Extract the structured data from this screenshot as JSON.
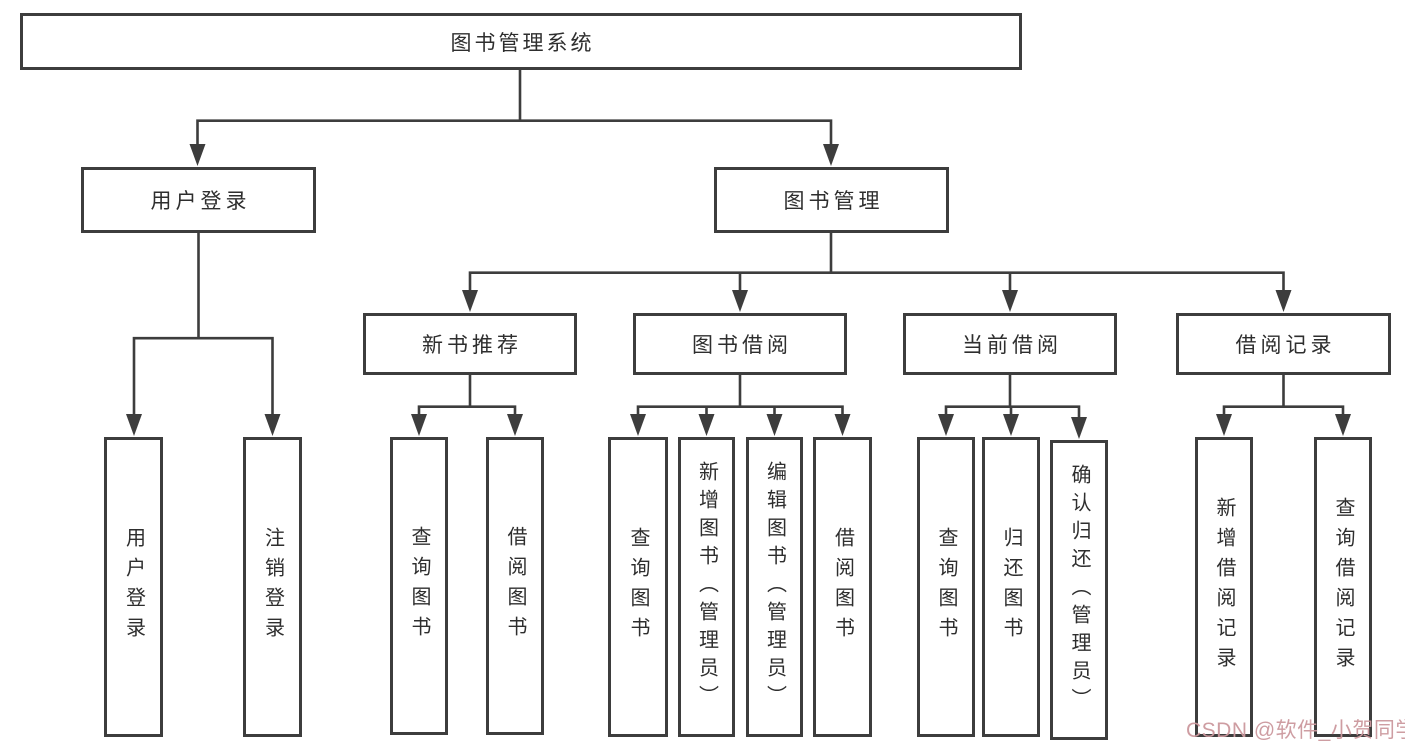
{
  "diagram": {
    "root": {
      "label": "图书管理系统",
      "children": [
        {
          "label": "用户登录",
          "children": [
            {
              "label": "用户登录"
            },
            {
              "label": "注销登录"
            }
          ]
        },
        {
          "label": "图书管理",
          "children": [
            {
              "label": "新书推荐",
              "children": [
                {
                  "label": "查询图书"
                },
                {
                  "label": "借阅图书"
                }
              ]
            },
            {
              "label": "图书借阅",
              "children": [
                {
                  "label": "查询图书"
                },
                {
                  "label": "新增图书（管理员）"
                },
                {
                  "label": "编辑图书（管理员）"
                },
                {
                  "label": "借阅图书"
                }
              ]
            },
            {
              "label": "当前借阅",
              "children": [
                {
                  "label": "查询图书"
                },
                {
                  "label": "归还图书"
                },
                {
                  "label": "确认归还（管理员）"
                }
              ]
            },
            {
              "label": "借阅记录",
              "children": [
                {
                  "label": "新增借阅记录"
                },
                {
                  "label": "查询借阅记录"
                }
              ]
            }
          ]
        }
      ]
    },
    "line_color": "#3d3d3d"
  },
  "watermark": {
    "text": "CSDN @软件_小贺同学"
  }
}
